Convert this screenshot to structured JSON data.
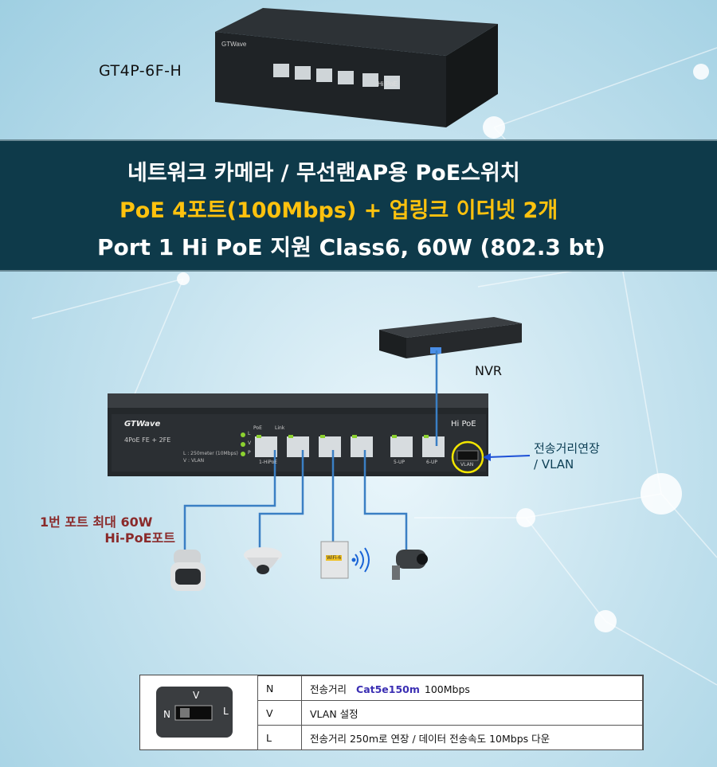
{
  "model": "GT4P-6F-H",
  "banner": {
    "line1": "네트워크 카메라 / 무선랜AP용 PoE스위치",
    "line2": "PoE 4포트(100Mbps) + 업링크 이더넷 2개",
    "line3": "Port 1 Hi PoE 지원  Class6, 60W  (802.3 bt)"
  },
  "device": {
    "brand": "GTWave",
    "model_desc": "4PoE FE + 2FE",
    "badge": "Hi PoE",
    "distance_note": "L : 250meter (10Mbps)",
    "vlan_note": "V : VLAN",
    "leds": [
      "L",
      "V",
      "P"
    ],
    "port_heads": [
      "PoE",
      "Link"
    ],
    "port_labels": [
      "1-HiPoE",
      "5-UP",
      "6-UP",
      "VLAN"
    ]
  },
  "nvr_label": "NVR",
  "extension_label": {
    "line1": "전송거리연장",
    "line2": "/ VLAN"
  },
  "hipoe_label": {
    "line1": "1번 포트 최대 60W",
    "line2": "Hi-PoE포트"
  },
  "wifi_label": "WiFi-6",
  "dip_switch": {
    "letters": [
      "N",
      "V",
      "L"
    ]
  },
  "mode_table": [
    {
      "key": "N",
      "prefix": "전송거리",
      "highlight": "Cat5e150m",
      "suffix": "100Mbps"
    },
    {
      "key": "V",
      "prefix": "VLAN 설정",
      "highlight": "",
      "suffix": ""
    },
    {
      "key": "L",
      "prefix": "전송거리 250m로 연장 / 데이터 전송속도 10Mbps 다운",
      "highlight": "",
      "suffix": ""
    }
  ],
  "colors": {
    "banner_bg": "#0e3a4a",
    "accent_yellow": "#ffc20e",
    "cable_blue": "#3a7fc4",
    "hi_poe_red": "#8a2a2a",
    "highlight_blue": "#3b2fb3"
  }
}
